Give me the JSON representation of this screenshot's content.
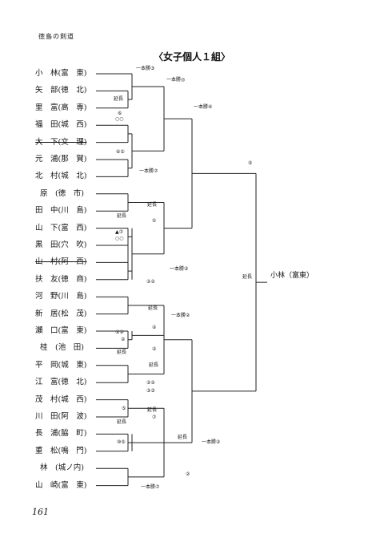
{
  "header": "徳島の剣道",
  "title": "〈女子個人１組〉",
  "page_number": "161",
  "players": [
    {
      "text": "小　林(富　東)",
      "strike": false
    },
    {
      "text": "矢　部(徳　北)",
      "strike": false
    },
    {
      "text": "里　富(高　専)",
      "strike": false
    },
    {
      "text": "福　田(城　西)",
      "strike": false
    },
    {
      "text": "大　下(文　理)",
      "strike": true
    },
    {
      "text": "元　浦(那　賀)",
      "strike": false
    },
    {
      "text": "北　村(城　北)",
      "strike": false
    },
    {
      "text": "  原　(徳　市)",
      "strike": false
    },
    {
      "text": "田　中(川　島)",
      "strike": false
    },
    {
      "text": "山　下(富　西)",
      "strike": false
    },
    {
      "text": "黒　田(穴　吹)",
      "strike": false
    },
    {
      "text": "山　村(阿　西)",
      "strike": true
    },
    {
      "text": "扶　友(徳　商)",
      "strike": false
    },
    {
      "text": "河　野(川　島)",
      "strike": false
    },
    {
      "text": "新　居(松　茂)",
      "strike": false
    },
    {
      "text": "瀬　口(富　東)",
      "strike": false
    },
    {
      "text": "  桂　(池　田)",
      "strike": false
    },
    {
      "text": "平　岡(城　東)",
      "strike": false
    },
    {
      "text": "江　富(徳　北)",
      "strike": false
    },
    {
      "text": "茂　村(城　西)",
      "strike": false
    },
    {
      "text": "川　田(阿　波)",
      "strike": false
    },
    {
      "text": "長　浦(脇　町)",
      "strike": false
    },
    {
      "text": "重　松(鳴　門)",
      "strike": false
    },
    {
      "text": "  林　(城ノ内)",
      "strike": false
    },
    {
      "text": "山　崎(富　東)",
      "strike": false
    }
  ],
  "annotations": [
    {
      "text": "一本勝③",
      "pos": "r1-top"
    },
    {
      "text": "一本勝◎",
      "pos": "r2-a"
    },
    {
      "text": "延長",
      "pos": "r1-b"
    },
    {
      "text": "⑥",
      "pos": "r1-c"
    },
    {
      "text": "○○",
      "pos": "r1-d"
    },
    {
      "text": "一本勝⑦",
      "pos": "r3-a"
    },
    {
      "text": "⑥⑤",
      "pos": "r1-e"
    },
    {
      "text": "一本勝④",
      "pos": "r2-b"
    },
    {
      "text": "⑤",
      "pos": "sf-top"
    },
    {
      "text": "延長",
      "pos": "r2-c"
    },
    {
      "text": "延長",
      "pos": "r1-f"
    },
    {
      "text": "①",
      "pos": "r2-d"
    },
    {
      "text": "▲⑦",
      "pos": "r1-g"
    },
    {
      "text": "○○",
      "pos": "r1-h"
    },
    {
      "text": "一本勝③",
      "pos": "r3-b"
    },
    {
      "text": "②②",
      "pos": "r2-e"
    },
    {
      "text": "延長",
      "pos": "r2-f"
    },
    {
      "text": "一本勝②",
      "pos": "r3-c"
    },
    {
      "text": "②",
      "pos": "r2-g"
    },
    {
      "text": "②②",
      "pos": "r1-i"
    },
    {
      "text": "②",
      "pos": "r1-j"
    },
    {
      "text": "延長",
      "pos": "r1-k"
    },
    {
      "text": "②",
      "pos": "r2-h"
    },
    {
      "text": "延長",
      "pos": "r2-i"
    },
    {
      "text": "②②",
      "pos": "r2-j"
    },
    {
      "text": "③③",
      "pos": "r2-k"
    },
    {
      "text": "⑤",
      "pos": "r1-l"
    },
    {
      "text": "延長",
      "pos": "r2-l"
    },
    {
      "text": "延長",
      "pos": "r1-m"
    },
    {
      "text": "⑦",
      "pos": "r2-m"
    },
    {
      "text": "⑩⑤",
      "pos": "r1-n"
    },
    {
      "text": "延長",
      "pos": "r3-d"
    },
    {
      "text": "一本勝②",
      "pos": "sf-bot"
    },
    {
      "text": "②",
      "pos": "r3-e"
    },
    {
      "text": "一本勝⑦",
      "pos": "r2-n"
    }
  ],
  "final": {
    "note": "延長",
    "winner": "小林（富東）"
  }
}
